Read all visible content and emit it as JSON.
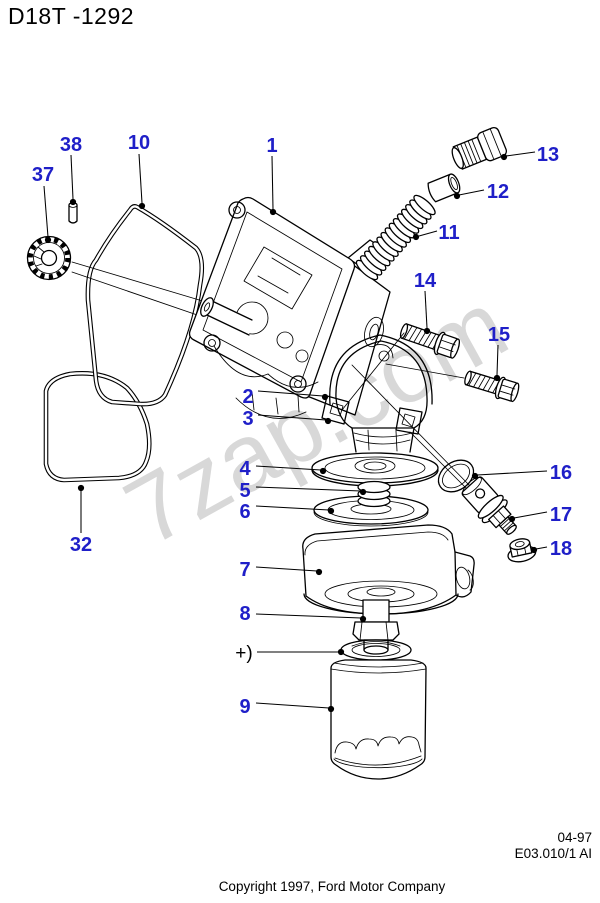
{
  "page": {
    "title": "D18T -1292"
  },
  "watermark": {
    "text": "7zap.com"
  },
  "footer": {
    "date_code": "04-97",
    "sheet_code": "E03.010/1 AI",
    "copyright": "Copyright 1997, Ford Motor Company"
  },
  "colors": {
    "label_blue": "#1f1fc8",
    "line_black": "#000000",
    "watermark_gray": "#d8d8d8",
    "paper_white": "#ffffff"
  },
  "callouts": {
    "n1": {
      "label": "1"
    },
    "n2": {
      "label": "2"
    },
    "n3": {
      "label": "3"
    },
    "n4": {
      "label": "4"
    },
    "n5": {
      "label": "5"
    },
    "n6": {
      "label": "6"
    },
    "n7": {
      "label": "7"
    },
    "n8": {
      "label": "8"
    },
    "n9": {
      "label": "9"
    },
    "n10": {
      "label": "10"
    },
    "n11": {
      "label": "11"
    },
    "n12": {
      "label": "12"
    },
    "n13": {
      "label": "13"
    },
    "n14": {
      "label": "14"
    },
    "n15": {
      "label": "15"
    },
    "n16": {
      "label": "16"
    },
    "n17": {
      "label": "17"
    },
    "n18": {
      "label": "18"
    },
    "n32": {
      "label": "32"
    },
    "n37": {
      "label": "37"
    },
    "n38": {
      "label": "38"
    },
    "seal": {
      "label": "+)"
    }
  }
}
